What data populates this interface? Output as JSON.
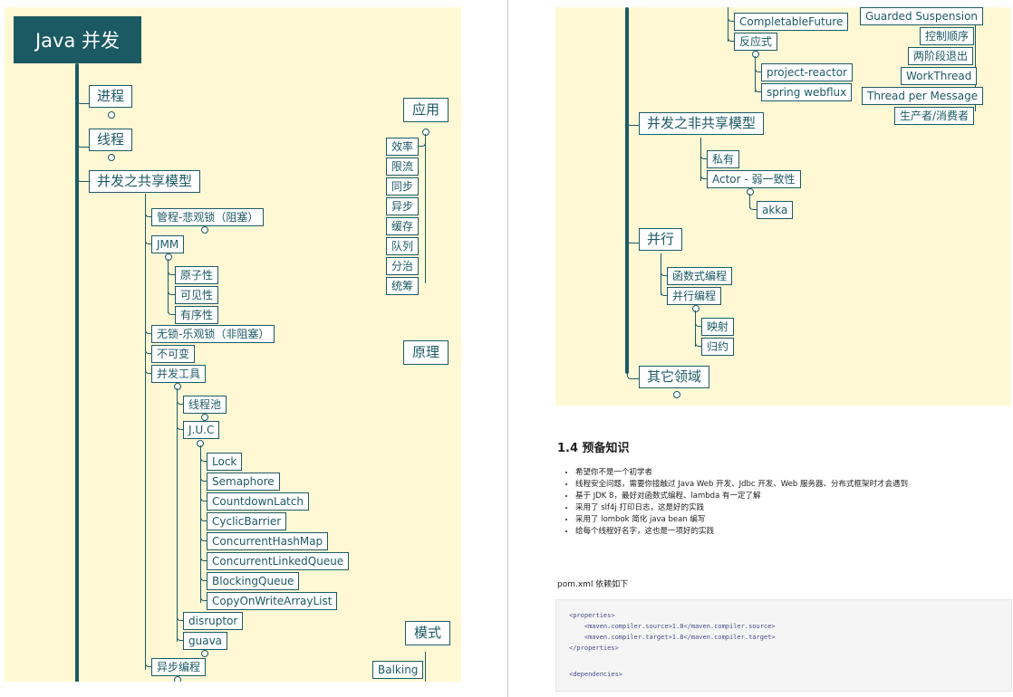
{
  "left_map": {
    "root": "Java 并发",
    "branches": [
      "进程",
      "线程",
      "并发之共享模型"
    ],
    "shared_model_children": [
      "管程-悲观锁（阻塞）",
      "JMM",
      "无锁-乐观锁（非阻塞）",
      "不可变",
      "并发工具",
      "异步编程"
    ],
    "jmm_children": [
      "原子性",
      "可见性",
      "有序性"
    ],
    "tools_children": [
      "线程池",
      "J.U.C",
      "disruptor",
      "guava"
    ],
    "juc_children": [
      "Lock",
      "Semaphore",
      "CountdownLatch",
      "CyclicBarrier",
      "ConcurrentHashMap",
      "ConcurrentLinkedQueue",
      "BlockingQueue",
      "CopyOnWriteArrayList"
    ],
    "right_heads": [
      "应用",
      "原理",
      "模式"
    ],
    "app_children": [
      "效率",
      "限流",
      "同步",
      "异步",
      "缓存",
      "队列",
      "分治",
      "统筹"
    ],
    "pattern_children": [
      "Balking"
    ]
  },
  "right_map": {
    "top_items": [
      "CompletableFuture",
      "反应式"
    ],
    "reactive_children": [
      "project-reactor",
      "spring webflux"
    ],
    "pattern_children": [
      "Guarded Suspension",
      "控制顺序",
      "两阶段退出",
      "WorkThread",
      "Thread per Message",
      "生产者/消费者"
    ],
    "non_shared": "并发之非共享模型",
    "non_shared_children": [
      "私有",
      "Actor - 弱一致性"
    ],
    "actor_children": [
      "akka"
    ],
    "parallel": "并行",
    "parallel_children": [
      "函数式编程",
      "并行编程"
    ],
    "parallel_prog_children": [
      "映射",
      "归约"
    ],
    "other": "其它领域"
  },
  "doc": {
    "heading": "1.4 预备知识",
    "bullets": [
      "希望你不是一个初学者",
      "线程安全问题，需要你接触过 Java Web 开发、Jdbc 开发、Web 服务器、分布式框架时才会遇到",
      "基于 JDK 8，最好对函数式编程、lambda 有一定了解",
      "采用了 slf4j 打印日志，这是好的实践",
      "采用了 lombok 简化 java bean 编写",
      "给每个线程好名字，这也是一项好的实践"
    ],
    "pom_label": "pom.xml 依赖如下",
    "code_lines": [
      "<properties>",
      "    <maven.compiler.source>1.8</maven.compiler.source>",
      "    <maven.compiler.target>1.8</maven.compiler.target>",
      "</properties>",
      "",
      "<dependencies>"
    ]
  }
}
